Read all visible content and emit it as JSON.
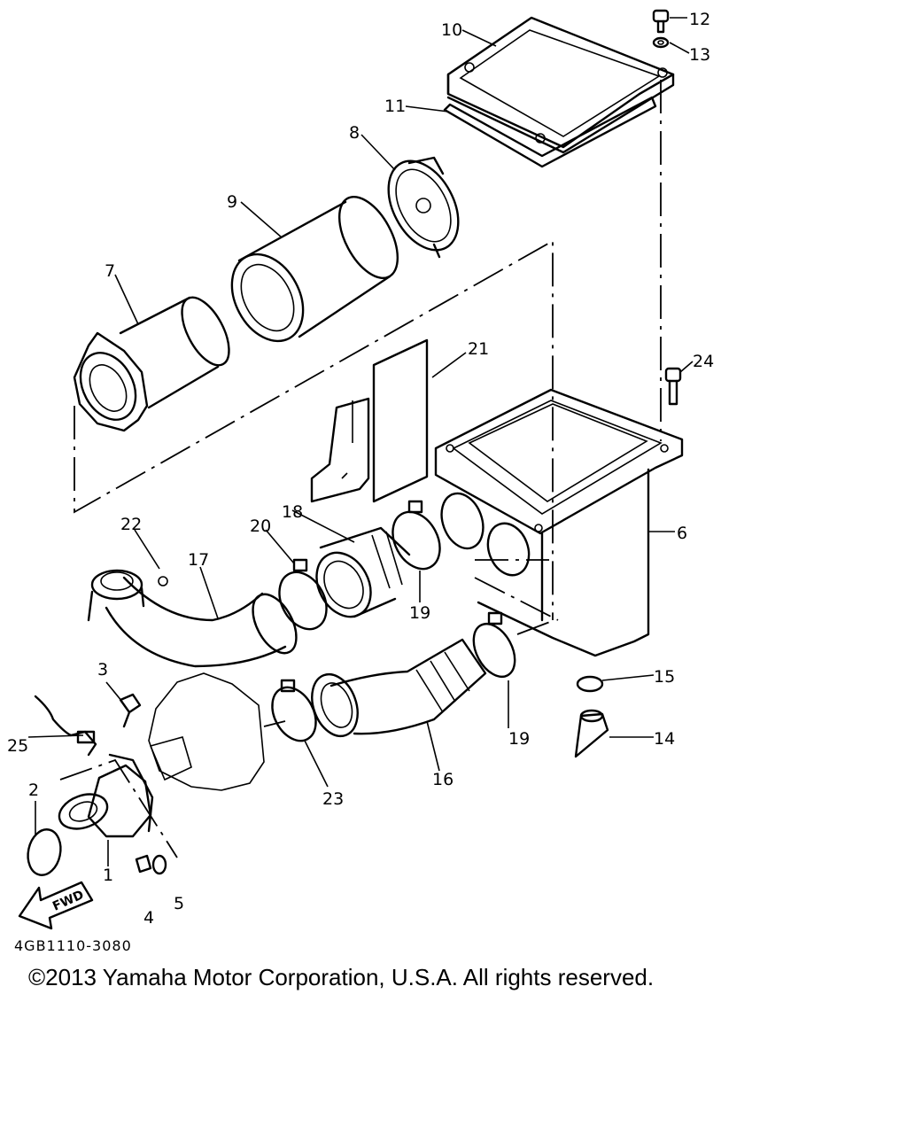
{
  "diagram": {
    "drawing_code": "4GB1110-3080",
    "copyright": "©2013 Yamaha Motor Corporation, U.S.A. All rights reserved.",
    "fwd_label": "FWD",
    "callouts": {
      "c1": "1",
      "c2": "2",
      "c3": "3",
      "c4": "4",
      "c5": "5",
      "c6": "6",
      "c7": "7",
      "c8": "8",
      "c9": "9",
      "c10": "10",
      "c11": "11",
      "c12": "12",
      "c13": "13",
      "c14": "14",
      "c15": "15",
      "c16": "16",
      "c17": "17",
      "c18": "18",
      "c19a": "19",
      "c19b": "19",
      "c20": "20",
      "c21": "21",
      "c22": "22",
      "c23": "23",
      "c24": "24",
      "c25": "25"
    }
  }
}
